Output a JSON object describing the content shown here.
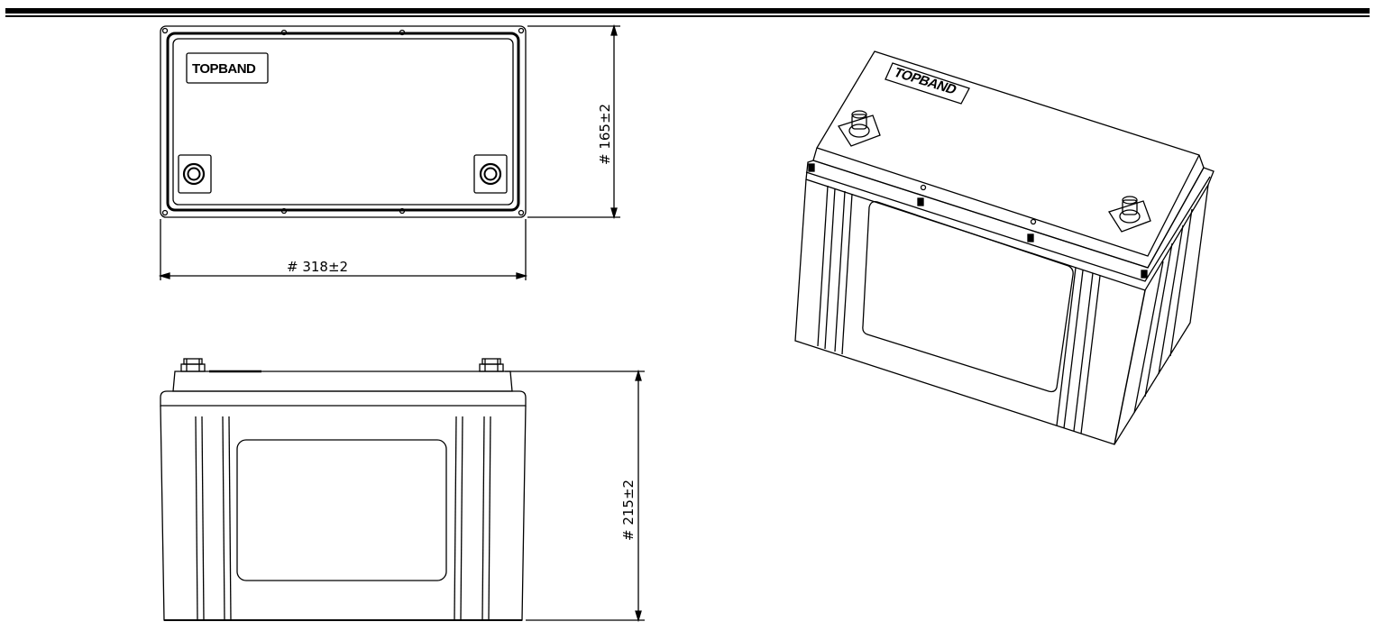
{
  "header": {
    "rule": "double"
  },
  "top_view": {
    "brand_label": "TOPBAND",
    "width_dimension": "# 318±2",
    "depth_dimension": "# 165±2"
  },
  "front_view": {
    "height_dimension": "# 215±2"
  },
  "iso_view": {
    "brand_label": "TOPBAND"
  }
}
